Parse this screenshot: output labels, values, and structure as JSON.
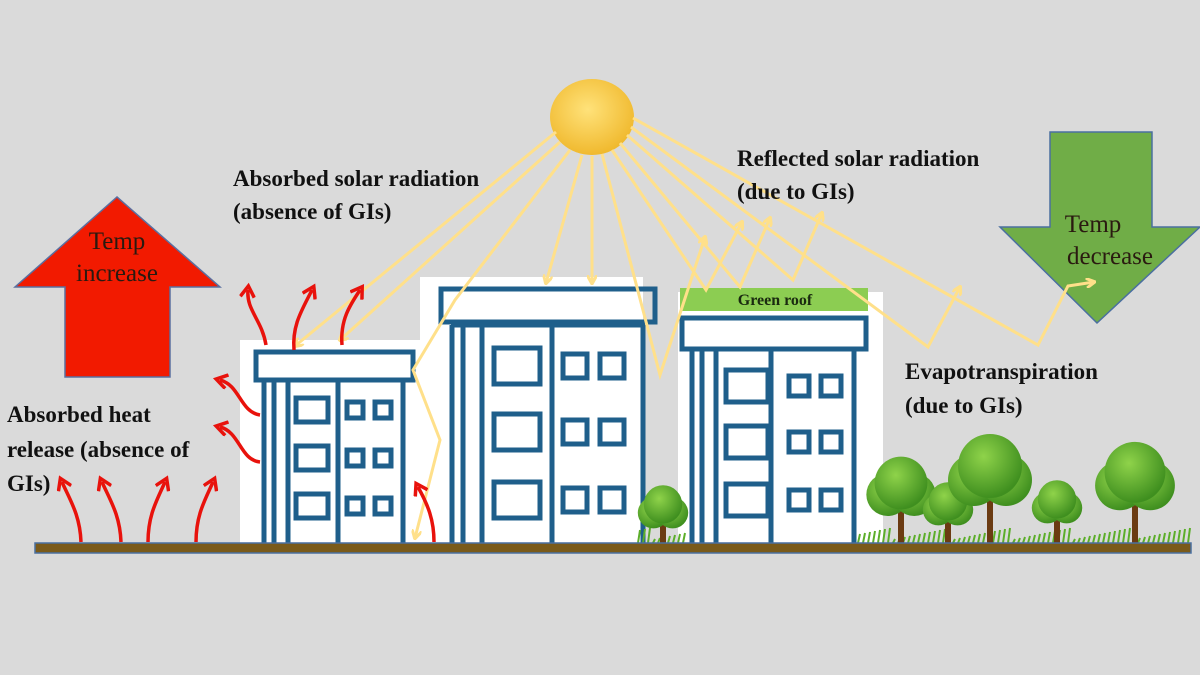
{
  "labels": {
    "absorbed_solar": [
      "Absorbed solar radiation",
      "(absence of GIs)"
    ],
    "reflected_solar": [
      "Reflected solar radiation",
      "(due to GIs)"
    ],
    "evapotranspiration": [
      "Evapotranspiration",
      "(due to GIs)"
    ],
    "absorbed_heat": [
      "Absorbed heat",
      "release (absence of",
      "GIs)"
    ],
    "green_roof": "Green roof",
    "temp_increase": [
      "Temp",
      "increase"
    ],
    "temp_decrease": [
      "Temp",
      "decrease"
    ]
  },
  "colors": {
    "background": "#dadada",
    "heat_arrow": "#f21a00",
    "cool_arrow": "#70ad47",
    "building_outline": "#1f5f8b",
    "sun": "#f7c948",
    "rays": "#ffe08a",
    "ground": "#7a5a1a",
    "green_roof": "#8ccd52"
  }
}
